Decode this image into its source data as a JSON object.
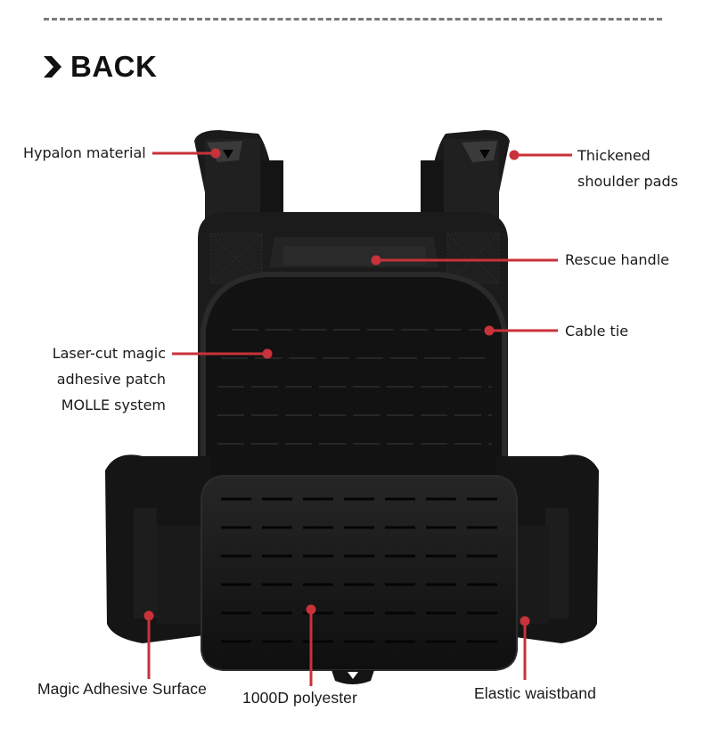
{
  "section": {
    "title": "BACK",
    "icon": "chevron-right-icon"
  },
  "colors": {
    "callout_line": "#c8323a",
    "divider": "#7a7a7a",
    "vest": "#161616"
  },
  "callouts": {
    "hypalon": {
      "label": "Hypalon material"
    },
    "shoulder": {
      "line1": "Thickened",
      "line2": "shoulder pads"
    },
    "rescue": {
      "label": "Rescue handle"
    },
    "cable": {
      "label": "Cable tie"
    },
    "laser": {
      "line1": "Laser-cut magic",
      "line2": "adhesive patch",
      "line3": "MOLLE system"
    },
    "magic": {
      "label": "Magic Adhesive Surface"
    },
    "polyester": {
      "label": "1000D polyester"
    },
    "elastic": {
      "label": "Elastic waistband"
    }
  }
}
